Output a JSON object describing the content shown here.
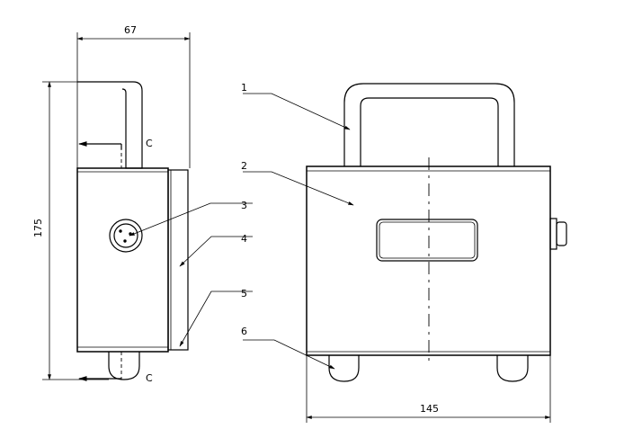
{
  "dimensions": {
    "width_left": "67",
    "height": "175",
    "width_front": "145"
  },
  "section_marks": {
    "top": "C",
    "bottom": "C"
  },
  "callouts": [
    "1",
    "2",
    "3",
    "4",
    "5",
    "6"
  ]
}
